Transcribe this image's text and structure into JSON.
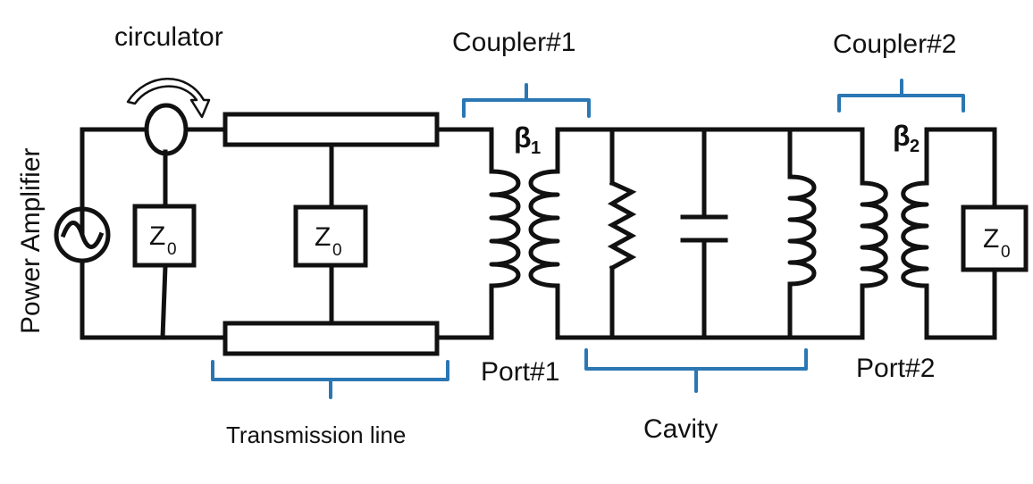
{
  "labels": {
    "power_amplifier": "Power Amplifier",
    "circulator": "circulator",
    "transmission_line": "Transmission line",
    "coupler1": "Coupler#1",
    "coupler2": "Coupler#2",
    "cavity": "Cavity",
    "port1": "Port#1",
    "port2": "Port#2"
  },
  "impedance": {
    "symbol": "Z",
    "subscript": "0"
  },
  "coupling": [
    {
      "symbol": "β",
      "subscript": "1"
    },
    {
      "symbol": "β",
      "subscript": "2"
    }
  ],
  "colors": {
    "wire": "#111111",
    "brace": "#2a77b4"
  }
}
